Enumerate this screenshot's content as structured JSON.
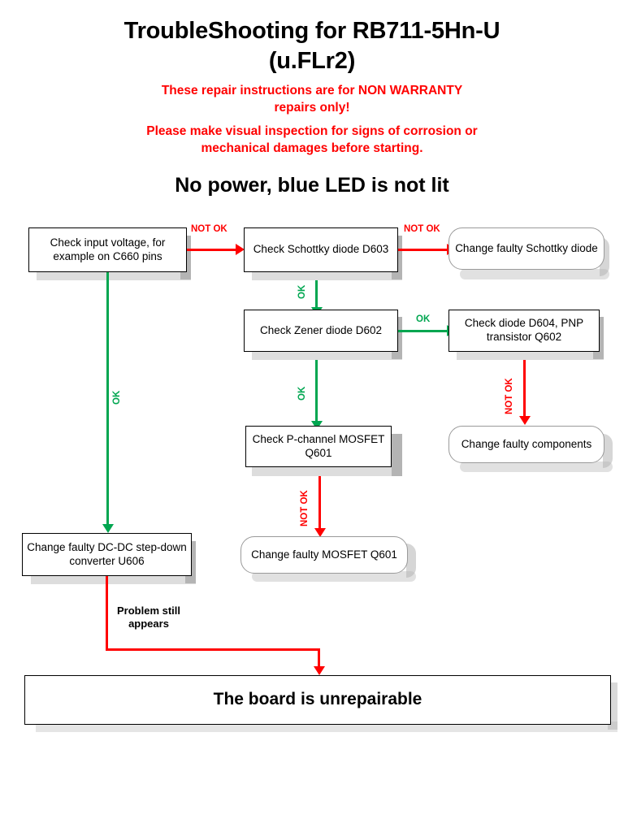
{
  "document": {
    "title_line1": "TroubleShooting for RB711-5Hn-U",
    "title_line2": "(u.FLr2)",
    "warning_line1": "These repair instructions are for NON WARRANTY",
    "warning_line2": "repairs only!",
    "warning_line3": "Please make visual inspection for signs of corrosion or",
    "warning_line4": "mechanical damages before starting.",
    "section_heading": "No power, blue LED is not lit"
  },
  "colors": {
    "warning_red": "#ff0000",
    "ok_green": "#00a650",
    "not_ok_red": "#ff0000",
    "box_border": "#000000",
    "rounded_border": "#9a9a9a",
    "text": "#000000",
    "background": "#ffffff"
  },
  "nodes": {
    "check_input_voltage": "Check input voltage, for example on C660 pins",
    "check_schottky": "Check Schottky diode D603",
    "change_schottky": "Change faulty Schottky diode",
    "check_zener": "Check Zener diode D602",
    "check_d604": "Check diode D604, PNP transistor Q602",
    "change_components": "Change faulty components",
    "check_mosfet": "Check P-channel MOSFET Q601",
    "change_mosfet": "Change faulty MOSFET Q601",
    "change_dcdc": "Change faulty DC-DC step-down converter U606",
    "unrepairable": "The board is unrepairable"
  },
  "edge_labels": {
    "not_ok_1": "NOT OK",
    "not_ok_2": "NOT OK",
    "not_ok_3": "NOT OK",
    "not_ok_4": "NOT OK",
    "ok_1": "OK",
    "ok_2": "OK",
    "ok_3": "OK",
    "ok_4": "OK",
    "problem_still_appears": "Problem still appears"
  }
}
